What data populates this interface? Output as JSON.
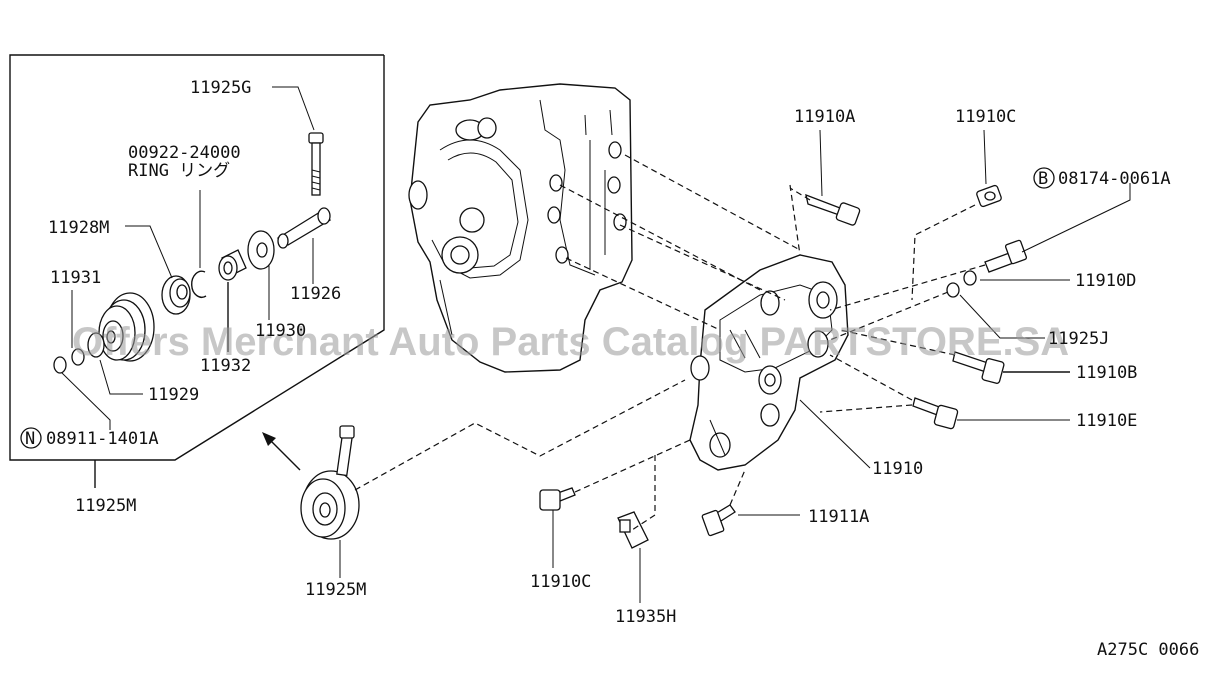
{
  "diagram": {
    "labels": {
      "l11925G": "11925G",
      "l00922": "00922-24000",
      "lRing": "RING リング",
      "l11928M": "11928M",
      "l11931": "11931",
      "l11926": "11926",
      "l11930": "11930",
      "l11932": "11932",
      "l11929": "11929",
      "l08911": "08911-1401A",
      "l11925M_inset": "11925M",
      "l11925M": "11925M",
      "l11910A": "11910A",
      "l11910C_top": "11910C",
      "l08174": "08174-0061A",
      "l11910D": "11910D",
      "l11925J": "11925J",
      "l11910B": "11910B",
      "l11910E": "11910E",
      "l11910": "11910",
      "l11911A": "11911A",
      "l11910C_bottom": "11910C",
      "l11935H": "11935H",
      "ref": "A275C 0066"
    },
    "badges": {
      "n": "N",
      "b": "B"
    },
    "watermark": "Offers Merchant Auto Parts Catalog PARTSTORE.SA"
  }
}
